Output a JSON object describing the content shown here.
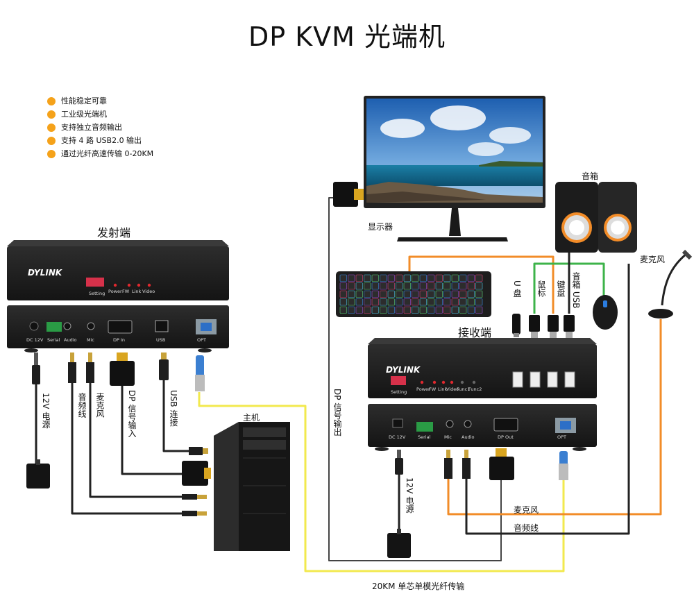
{
  "title": "DP KVM 光端机",
  "features": [
    "性能稳定可靠",
    "工业级光端机",
    "支持独立音频输出",
    "支持 4 路 USB2.0 输出",
    "通过光纤高速传输 0-20KM"
  ],
  "colors": {
    "accent": "#f5a21a",
    "fiber": "#f2e94e",
    "usb_green": "#3db34a",
    "mic_orange": "#f28c28",
    "cable_dark": "#333333"
  },
  "transmitter": {
    "label": "发射端",
    "brand": "DYLINK",
    "front": {
      "setting": "Setting",
      "leds": [
        "Power",
        "FW",
        "Link",
        "Video"
      ]
    },
    "rear": {
      "ports": [
        "DC 12V",
        "Serial",
        "Audio",
        "Mic",
        "DP In",
        "USB",
        "OPT"
      ]
    }
  },
  "receiver": {
    "label": "接收端",
    "brand": "DYLINK",
    "front": {
      "setting": "Setting",
      "leds": [
        "Power",
        "FW",
        "Link",
        "Video",
        "Func1",
        "Func2"
      ]
    },
    "rear": {
      "ports": [
        "DC 12V",
        "Serial",
        "Mic",
        "Audio",
        "DP Out",
        "OPT"
      ]
    }
  },
  "devices": {
    "monitor": "显示器",
    "speakers": "音箱",
    "microphone": "麦克风",
    "host": "主机",
    "udisk": "U 盘"
  },
  "cables": {
    "tx_power": "12V 电源",
    "tx_audio": "音频线",
    "tx_mic": "麦克风",
    "tx_dp": "DP 信号输入",
    "tx_usb": "USB 连接",
    "rx_dp": "DP 信号输出",
    "rx_power": "12V 电源",
    "mouse": "鼠标",
    "keyboard": "键盘",
    "speaker_usb": "音箱 USB",
    "rx_mic": "麦克风",
    "rx_audio": "音频线",
    "fiber": "20KM 单芯单模光纤传输"
  }
}
